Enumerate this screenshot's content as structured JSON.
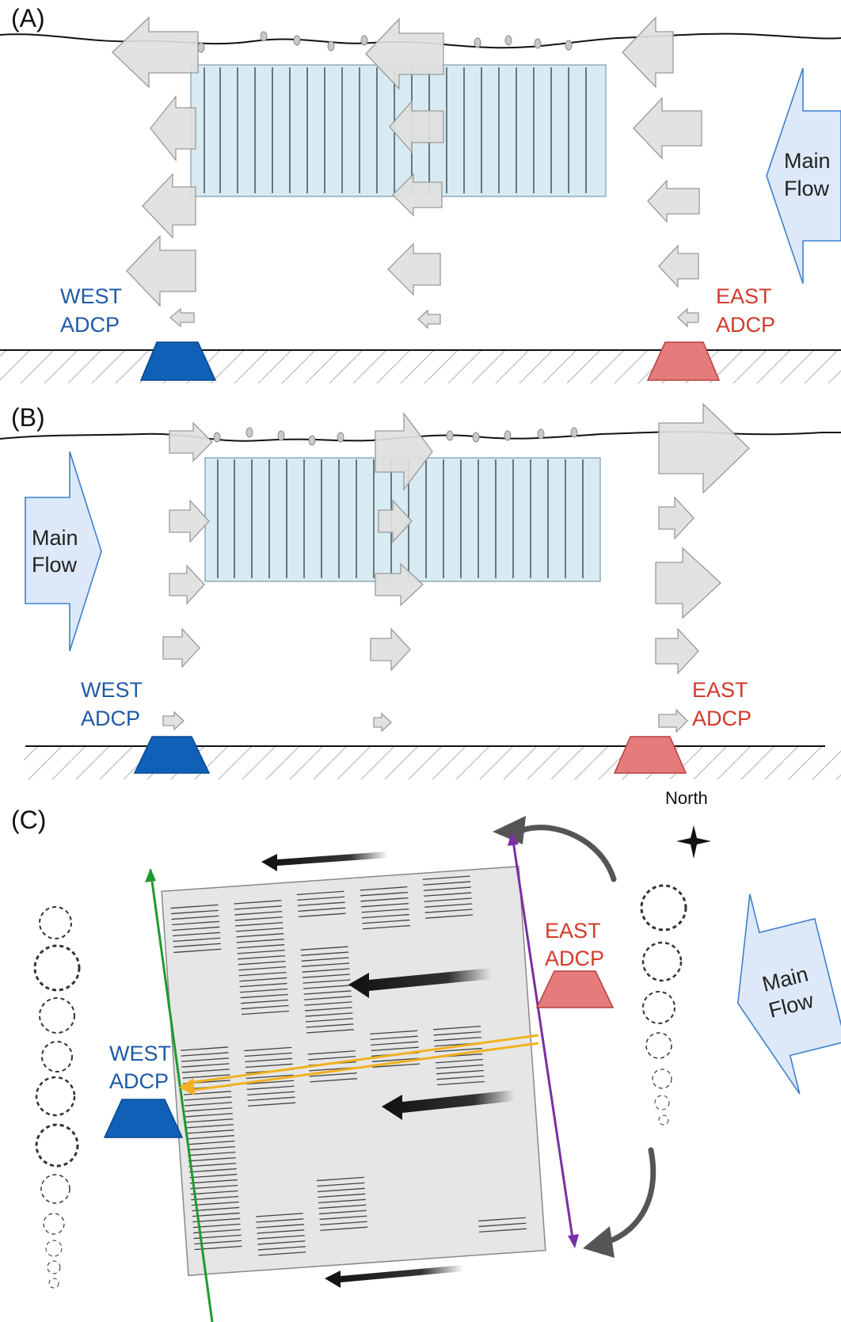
{
  "panels": {
    "a": {
      "label": "(A)",
      "main_flow_line1": "Main",
      "main_flow_line2": "Flow",
      "west_line1": "WEST",
      "west_line2": "ADCP",
      "east_line1": "EAST",
      "east_line2": "ADCP"
    },
    "b": {
      "label": "(B)",
      "main_flow_line1": "Main",
      "main_flow_line2": "Flow",
      "west_line1": "WEST",
      "west_line2": "ADCP",
      "east_line1": "EAST",
      "east_line2": "ADCP"
    },
    "c": {
      "label": "(C)",
      "north": "North",
      "main_flow_line1": "Main",
      "main_flow_line2": "Flow",
      "west_line1": "WEST",
      "west_line2": "ADCP",
      "east_line1": "EAST",
      "east_line2": "ADCP"
    }
  },
  "colors": {
    "west": "#1060b8",
    "west_text": "#1f5aa6",
    "east": "#e57b7b",
    "east_text": "#d23a2a",
    "main_flow_fill": "#dde9f8",
    "main_flow_stroke": "#3f7fd0",
    "farm_fill": "#d8eaf2",
    "farm_grey": "#e6e6e6",
    "flow_arrow": "#e0e0e0",
    "transect_green": "#1e9a2e",
    "transect_purple": "#7a2fa0",
    "beam_orange": "#f2b01e"
  },
  "icons": {
    "north": "north-star-icon",
    "flow": "arrow-icon",
    "vortex": "eddy-icon"
  }
}
